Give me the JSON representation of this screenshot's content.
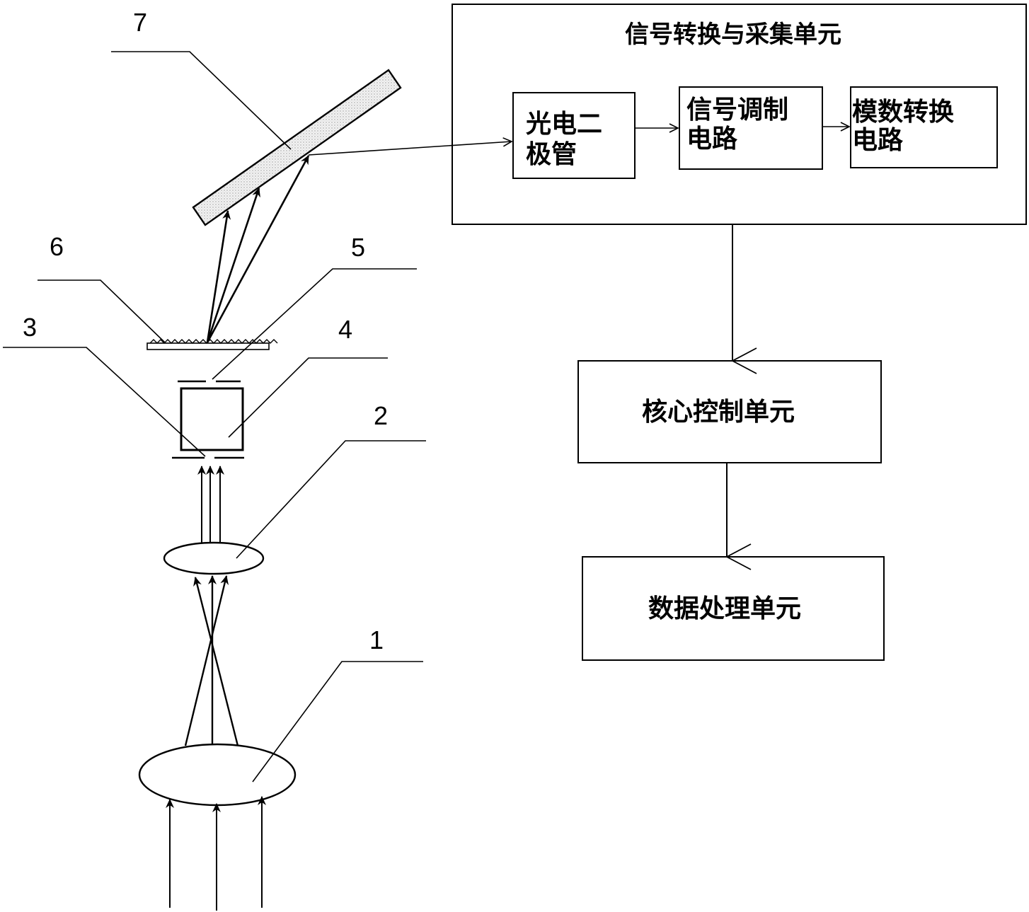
{
  "labels": {
    "n1": "1",
    "n2": "2",
    "n3": "3",
    "n4": "4",
    "n5": "5",
    "n6": "6",
    "n7": "7"
  },
  "signal_unit": {
    "title": "信号转换与采集单元",
    "photodiode": [
      "光电二",
      "极管"
    ],
    "modulation": [
      "信号调制",
      "电路"
    ],
    "adc": [
      "模数转换",
      "电路"
    ]
  },
  "core_control": "核心控制单元",
  "data_processing": "数据处理单元"
}
